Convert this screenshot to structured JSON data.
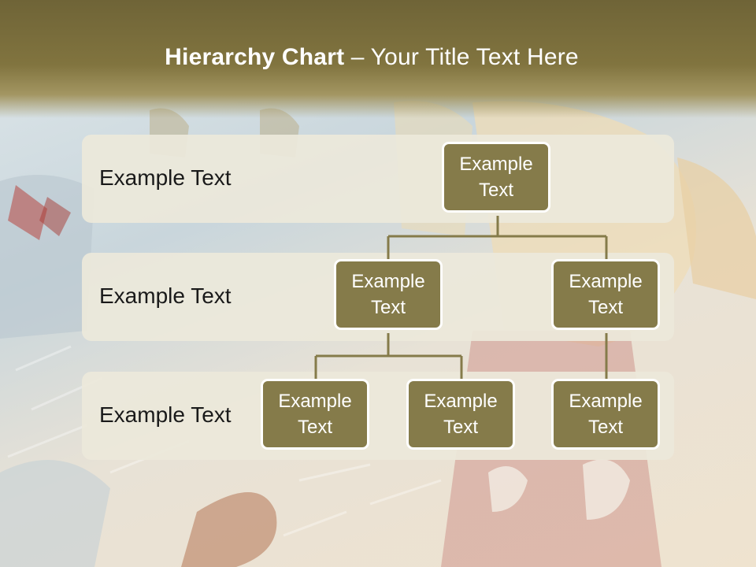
{
  "title": {
    "bold": "Hierarchy Chart",
    "rest": " – Your Title Text Here"
  },
  "levels": [
    {
      "label": "Example Text"
    },
    {
      "label": "Example Text"
    },
    {
      "label": "Example Text"
    }
  ],
  "nodes": {
    "root": "Example Text",
    "level2_left": "Example Text",
    "level2_right": "Example Text",
    "level3_left": "Example Text",
    "level3_middle": "Example Text",
    "level3_right": "Example Text"
  },
  "colors": {
    "node_fill": "#857b4a",
    "node_border": "#ffffff",
    "band_fill": "#ece8da",
    "header": "#7a6e3d",
    "connector": "#857b4a"
  }
}
